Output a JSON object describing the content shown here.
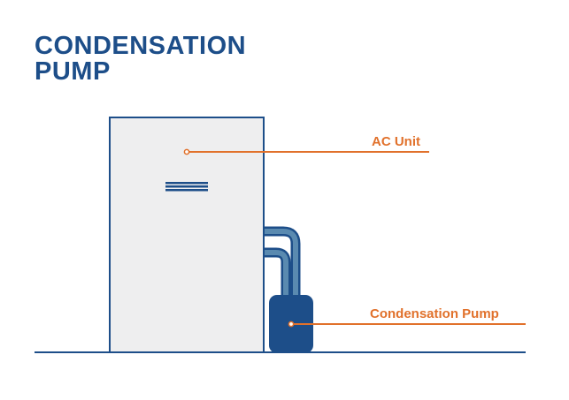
{
  "title": {
    "line1": "CONDENSATION",
    "line2": "PUMP"
  },
  "labels": {
    "ac_unit": "AC Unit",
    "condensation_pump": "Condensation Pump"
  },
  "colors": {
    "navy": "#1d4e89",
    "orange": "#e1712b",
    "unit_fill": "#eeeeef",
    "pipe_fill": "#5a8ab0",
    "background": "#ffffff"
  }
}
